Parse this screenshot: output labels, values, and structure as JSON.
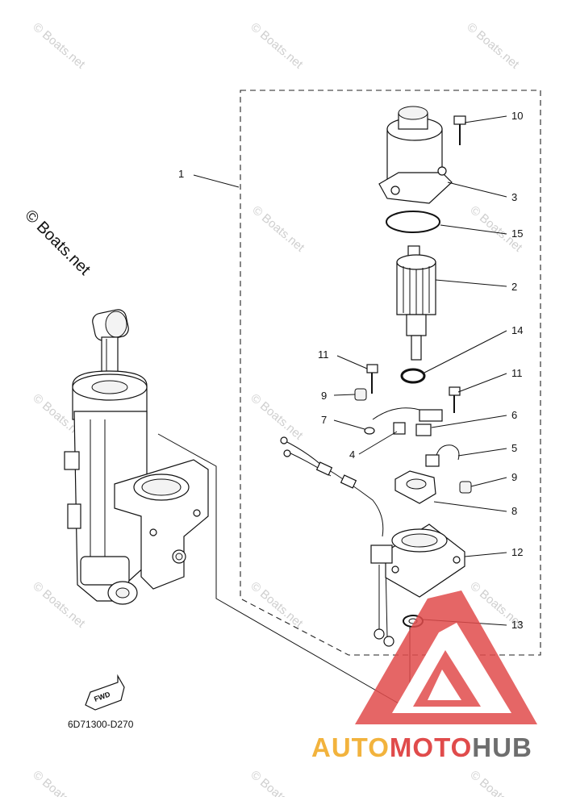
{
  "watermark": {
    "text": "© Boats.net"
  },
  "diagram": {
    "code": "6D71300-D270",
    "fwd_label": "FWD",
    "callouts": [
      "1",
      "2",
      "3",
      "4",
      "5",
      "6",
      "7",
      "8",
      "9",
      "9",
      "10",
      "11",
      "11",
      "12",
      "13",
      "14",
      "15"
    ]
  },
  "brand": {
    "part1": "AUTO",
    "part2": "MOTO",
    "part3": "HUB",
    "colors": {
      "orange": "#f2b33d",
      "red": "#e04b4b",
      "gray": "#6e6e6e"
    }
  }
}
